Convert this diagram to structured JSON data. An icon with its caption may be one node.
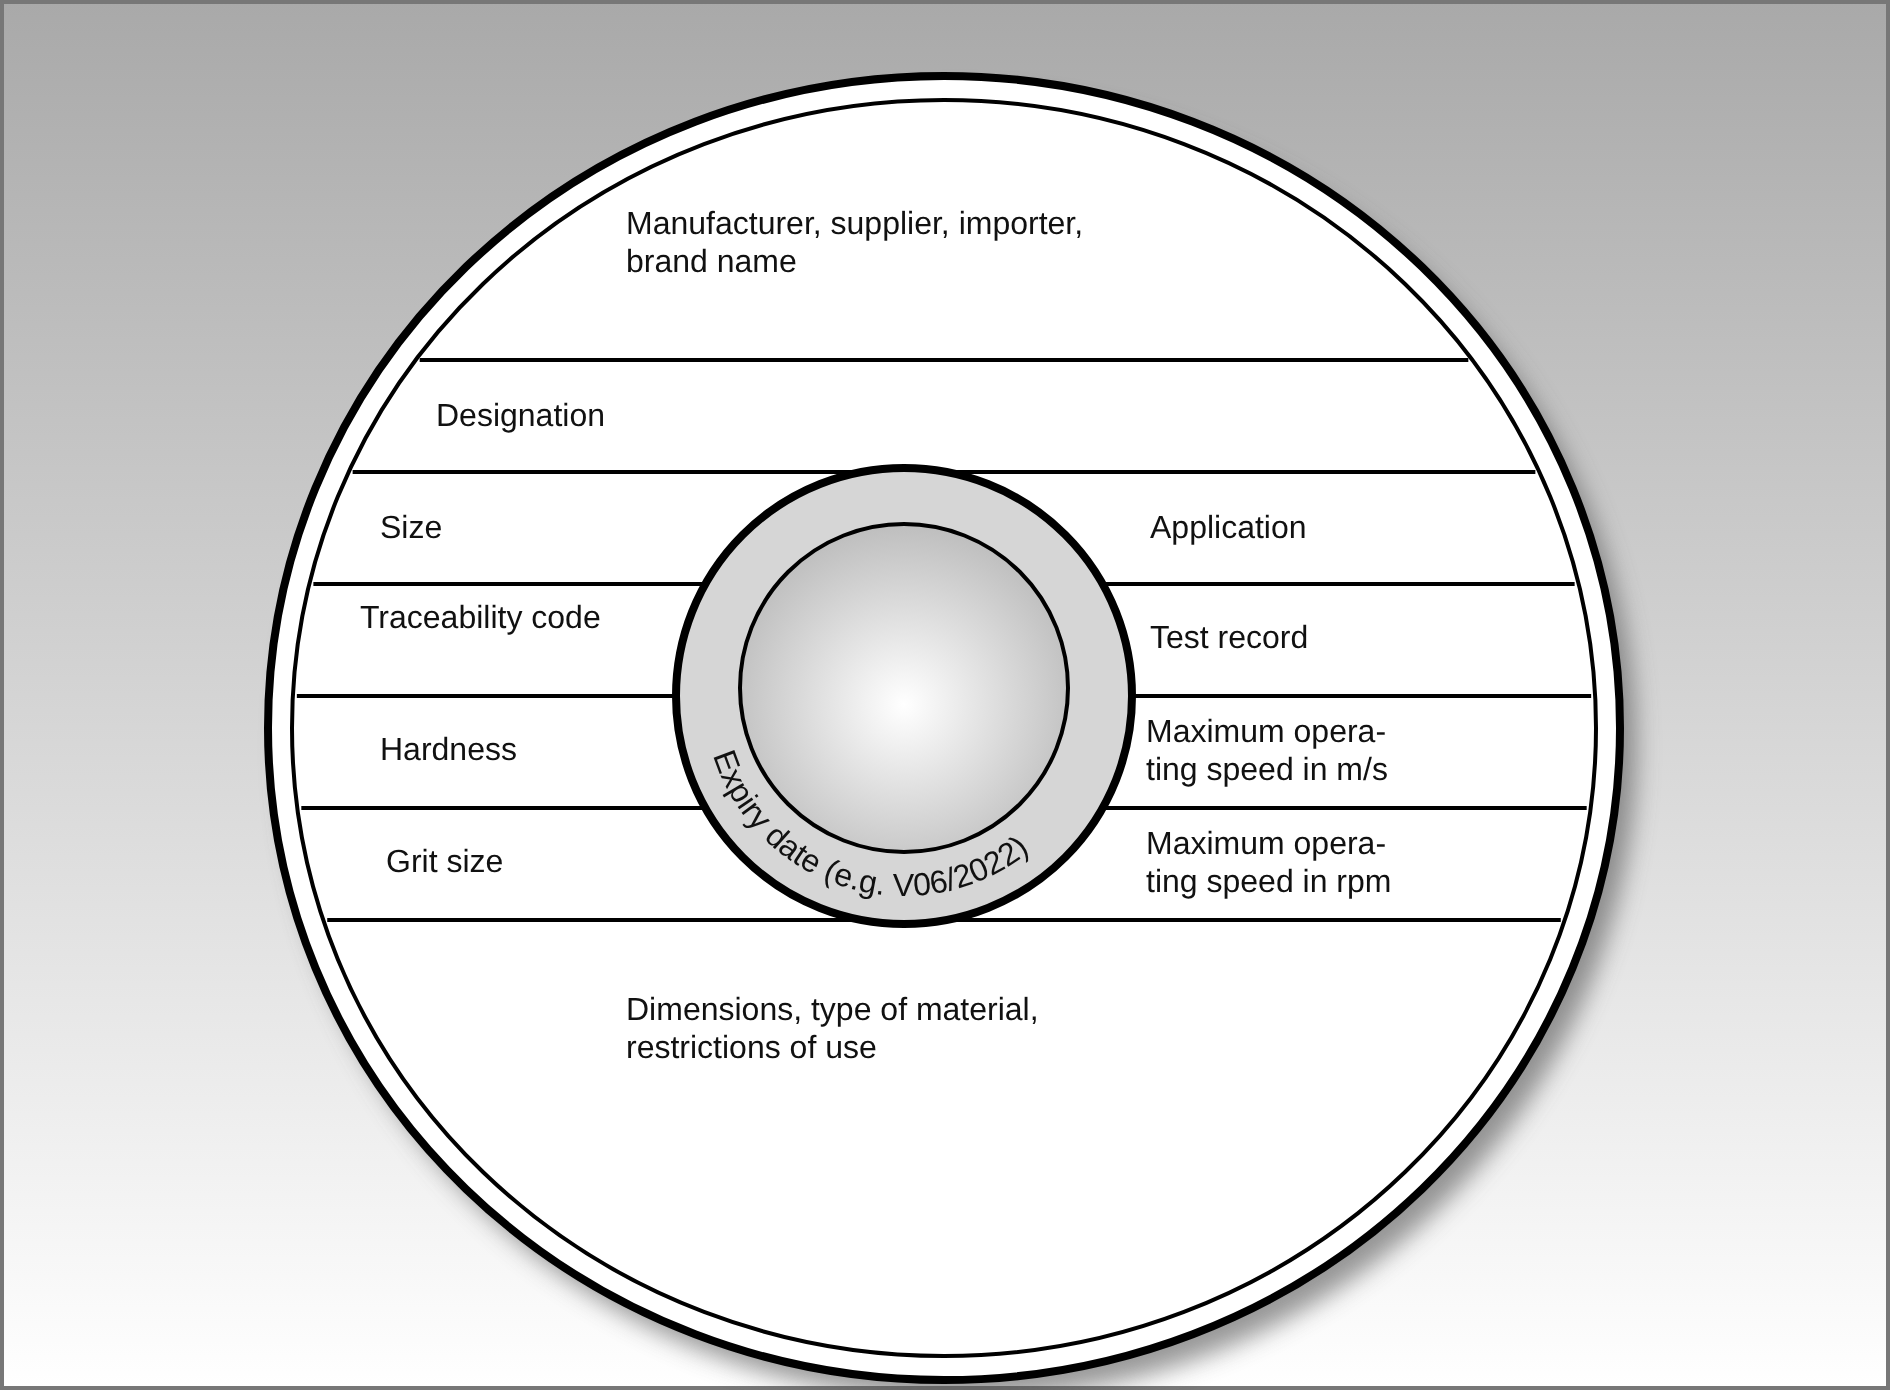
{
  "diagram": {
    "labels": [
      "Manufacturer, supplier, importer, brand name",
      "Designation",
      "Size",
      "Application",
      "Traceability code",
      "Test record",
      "Hardness",
      "Maximum opera- ting speed in m/s",
      "Expiry date (e.g. V06/2022)",
      "Grit size",
      "Maximum opera- ting speed in rpm",
      "Dimensions, type of material, restrictions of use"
    ]
  }
}
